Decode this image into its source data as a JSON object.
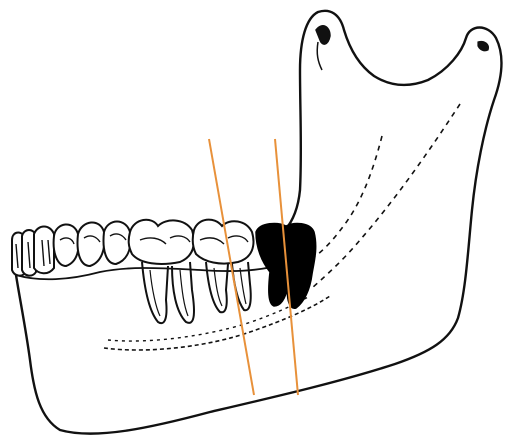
{
  "diagram": {
    "subject": "mandible-lateral-view",
    "colors": {
      "outline": "#111111",
      "highlighted_tooth": "#000000",
      "reference_line": "#e8913a",
      "background": "#ffffff"
    },
    "highlighted_tooth": "lower-third-molar",
    "reference_lines": 2,
    "nerve_canal_style": "dashed"
  }
}
